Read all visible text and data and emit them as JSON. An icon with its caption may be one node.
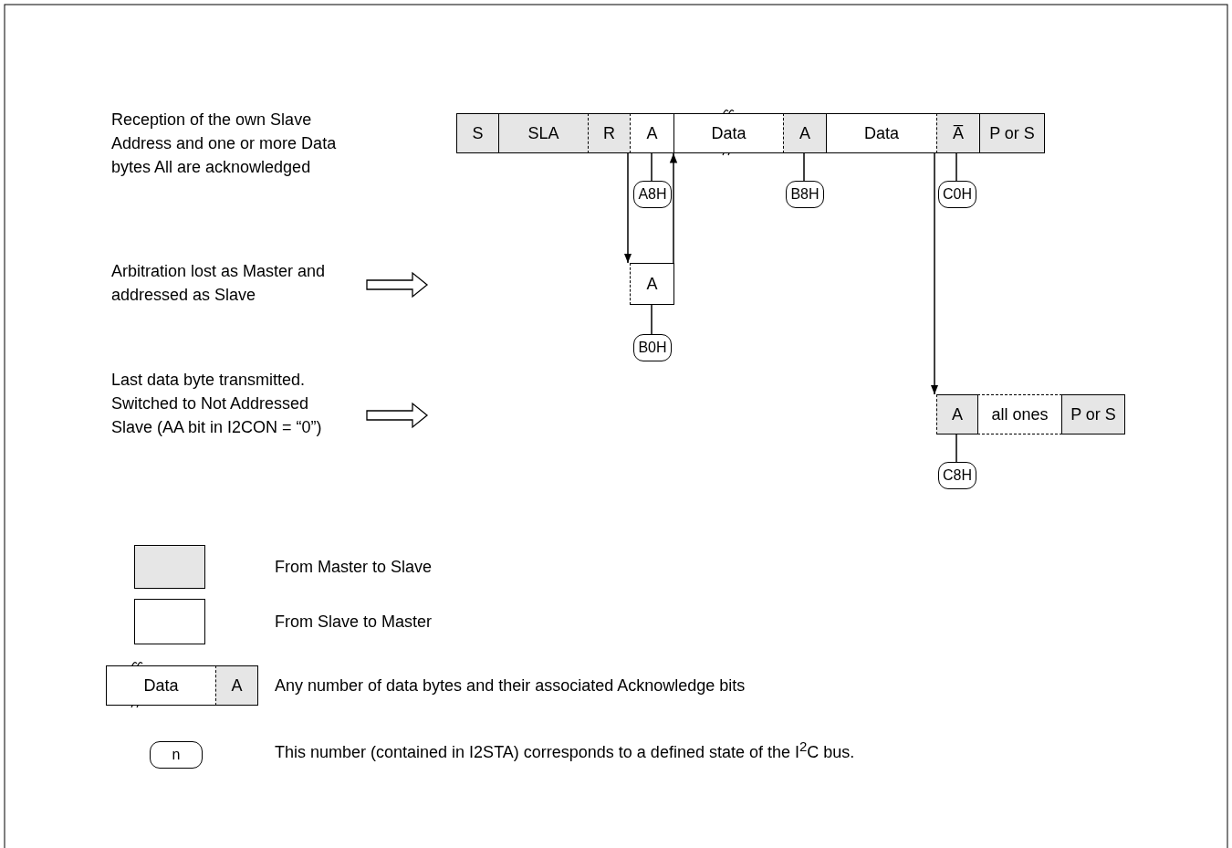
{
  "diagram": {
    "nodes": [
      {
        "text": [
          "S"
        ]
      },
      {
        "text": [
          "SLA"
        ]
      },
      {
        "text": [
          "R"
        ]
      },
      {
        "text": [
          "A"
        ]
      },
      {
        "text": [
          "Data"
        ]
      },
      {
        "text": [
          "A"
        ]
      },
      {
        "text": [
          "Data"
        ]
      },
      {
        "text": [
          "A̅"
        ]
      },
      {
        "text": [
          "P or S"
        ]
      },
      {
        "text": [
          "A8H"
        ]
      },
      {
        "text": [
          "B8H"
        ]
      },
      {
        "text": [
          "C0H"
        ]
      },
      {
        "text": [
          "A"
        ]
      },
      {
        "text": [
          "B0H"
        ]
      },
      {
        "text": [
          "A"
        ]
      },
      {
        "text": [
          "all ones"
        ]
      },
      {
        "text": [
          "P or S"
        ]
      },
      {
        "text": [
          "C8H"
        ]
      },
      {
        "text": [
          "Data"
        ]
      },
      {
        "text": [
          "A"
        ]
      },
      {
        "text": [
          "n"
        ]
      }
    ],
    "edges": [
      {
        "from": 3,
        "to": 9,
        "arrow": "none"
      },
      {
        "from": 5,
        "to": 10,
        "arrow": "none"
      },
      {
        "from": 7,
        "to": 11,
        "arrow": "none"
      },
      {
        "from": 3,
        "to": 12,
        "arrow": "to"
      },
      {
        "from": 12,
        "to": 4,
        "arrow": "to"
      },
      {
        "from": 12,
        "to": 13,
        "arrow": "none"
      },
      {
        "from": 7,
        "to": 14,
        "arrow": "to"
      },
      {
        "from": 14,
        "to": 17,
        "arrow": "none"
      }
    ],
    "labels": [
      "Reception of the own Slave Address and one or more Data bytes All are acknowledged",
      "Arbitration lost as Master and addressed as Slave",
      "Last data byte transmitted. Switched to Not Addressed Slave (AA bit in I2CON = “0”)"
    ],
    "legend": [
      {
        "text": "From Master to Slave",
        "color": "#e6e6e6"
      },
      {
        "text": "From Slave to Master",
        "color": "#ffffff"
      },
      {
        "text": "Any number of data bytes and their associated Acknowledge bits"
      },
      {
        "text": "This number (contained in I2STA) corresponds to a defined state of the I$^{2}$C bus."
      }
    ]
  }
}
